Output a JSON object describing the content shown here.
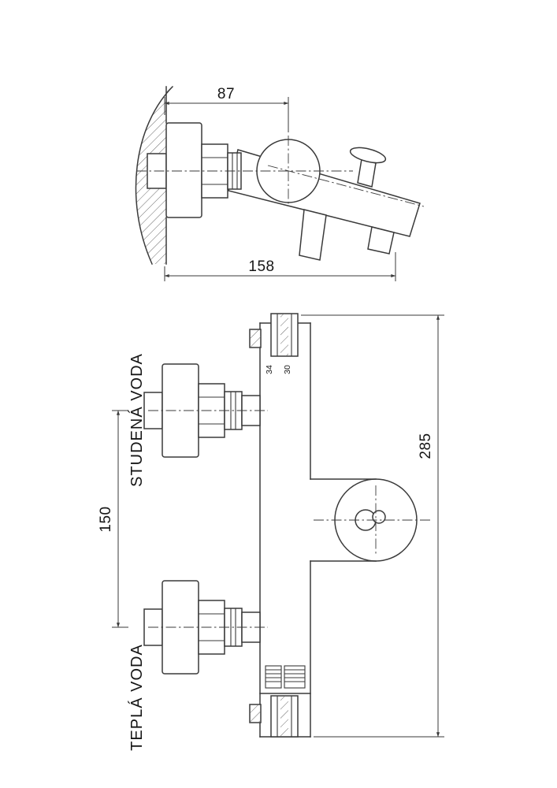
{
  "drawing": {
    "line_color": "#3a3a3a",
    "text_color": "#161616",
    "background": "#ffffff",
    "side_view": {
      "dim_depth_to_handle": "87",
      "dim_total_depth": "158"
    },
    "front_view": {
      "dim_connection_spacing": "150",
      "dim_total_height": "285",
      "dim_top_left": "34",
      "dim_top_right": "30",
      "label_cold": "STUDENÁ VODA",
      "label_hot": "TEPLÁ VODA"
    }
  }
}
